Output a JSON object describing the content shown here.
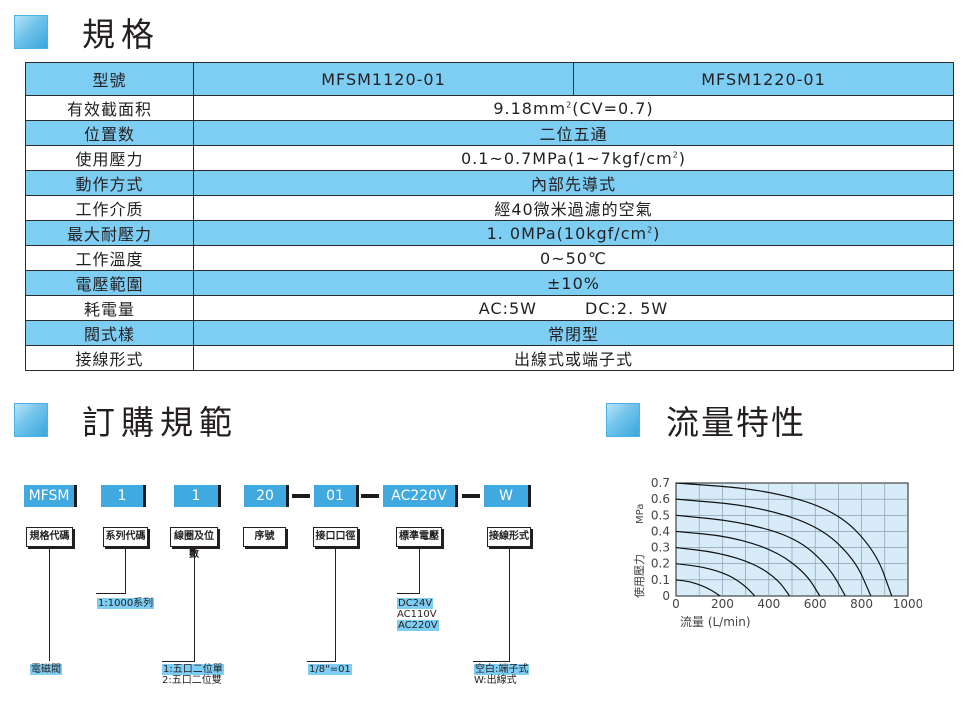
{
  "sections": {
    "spec_title": "規格",
    "order_title": "訂購規範",
    "flow_title": "流量特性"
  },
  "spec_table": {
    "header": {
      "label": "型號",
      "model_a": "MFSM1120-01",
      "model_b": "MFSM1220-01"
    },
    "rows": [
      {
        "label": "有效截面积",
        "value_main": "9.18mm",
        "value_sup": "2",
        "value_tail": "(CV=0.7)"
      },
      {
        "label": "位置数",
        "value": "二位五通"
      },
      {
        "label": "使用壓力",
        "value_main": "0.1~0.7MPa(1~7kgf/cm",
        "value_sup": "2",
        "value_tail": ")"
      },
      {
        "label": "動作方式",
        "value": "內部先導式"
      },
      {
        "label": "工作介质",
        "value": "經40微米過濾的空氣"
      },
      {
        "label": "最大耐壓力",
        "value_main": "1. 0MPa(10kgf/cm",
        "value_sup": "2",
        "value_tail": ")"
      },
      {
        "label": "工作溫度",
        "value": "0~50℃"
      },
      {
        "label": "電壓範圍",
        "value": "±10%"
      },
      {
        "label": "耗電量",
        "value_ac": "AC:5W",
        "value_dc": "DC:2. 5W"
      },
      {
        "label": "閥式樣",
        "value": "常閉型"
      },
      {
        "label": "接線形式",
        "value": "出線式或端子式"
      }
    ]
  },
  "order_code": {
    "codes": [
      "MFSM",
      "1",
      "1",
      "20",
      "01",
      "AC220V",
      "W"
    ],
    "labels": [
      "規格代碼",
      "系列代碼",
      "線圈及位數",
      "序號",
      "接口口徑",
      "標準電壓",
      "接線形式"
    ],
    "notes": {
      "spec": "電磁閥",
      "series": "1:1000系列",
      "coil_1": "1:五口二位單",
      "coil_2": "2:五口二位雙",
      "port": "1/8\"=01",
      "volt_1": "DC24V",
      "volt_2": "AC110V",
      "volt_3": "AC220V",
      "wire_1": "空白:端子式",
      "wire_2": "W:出線式"
    }
  },
  "chart_data": {
    "type": "line",
    "xlabel": "流量   (L/min)",
    "ylabel": "使用壓力",
    "yunit": "MPa",
    "xlim": [
      0,
      1000
    ],
    "ylim": [
      0,
      0.7
    ],
    "xticks": [
      "0",
      "200",
      "400",
      "600",
      "800",
      "1000"
    ],
    "yticks": [
      "0",
      "0.1",
      "0.2",
      "0.3",
      "0.4",
      "0.5",
      "0.6",
      "0.7"
    ],
    "grid": true,
    "series": [
      {
        "supply": 0.1,
        "x": [
          0,
          60,
          120,
          160,
          190
        ],
        "y": [
          0.1,
          0.09,
          0.06,
          0.03,
          0.0
        ]
      },
      {
        "supply": 0.2,
        "x": [
          0,
          120,
          230,
          300,
          340
        ],
        "y": [
          0.2,
          0.18,
          0.13,
          0.06,
          0.0
        ]
      },
      {
        "supply": 0.3,
        "x": [
          0,
          180,
          340,
          440,
          490
        ],
        "y": [
          0.3,
          0.27,
          0.2,
          0.1,
          0.0
        ]
      },
      {
        "supply": 0.4,
        "x": [
          0,
          230,
          430,
          560,
          620
        ],
        "y": [
          0.4,
          0.37,
          0.28,
          0.14,
          0.0
        ]
      },
      {
        "supply": 0.5,
        "x": [
          0,
          280,
          520,
          660,
          730
        ],
        "y": [
          0.5,
          0.46,
          0.36,
          0.18,
          0.0
        ]
      },
      {
        "supply": 0.6,
        "x": [
          0,
          330,
          610,
          770,
          840
        ],
        "y": [
          0.6,
          0.56,
          0.44,
          0.23,
          0.0
        ]
      },
      {
        "supply": 0.7,
        "x": [
          0,
          380,
          690,
          860,
          930
        ],
        "y": [
          0.7,
          0.66,
          0.53,
          0.28,
          0.0
        ]
      }
    ],
    "colors": {
      "plot_bg": "#d7ecf8",
      "grid": "#7d93a6",
      "curve": "#111111"
    }
  }
}
